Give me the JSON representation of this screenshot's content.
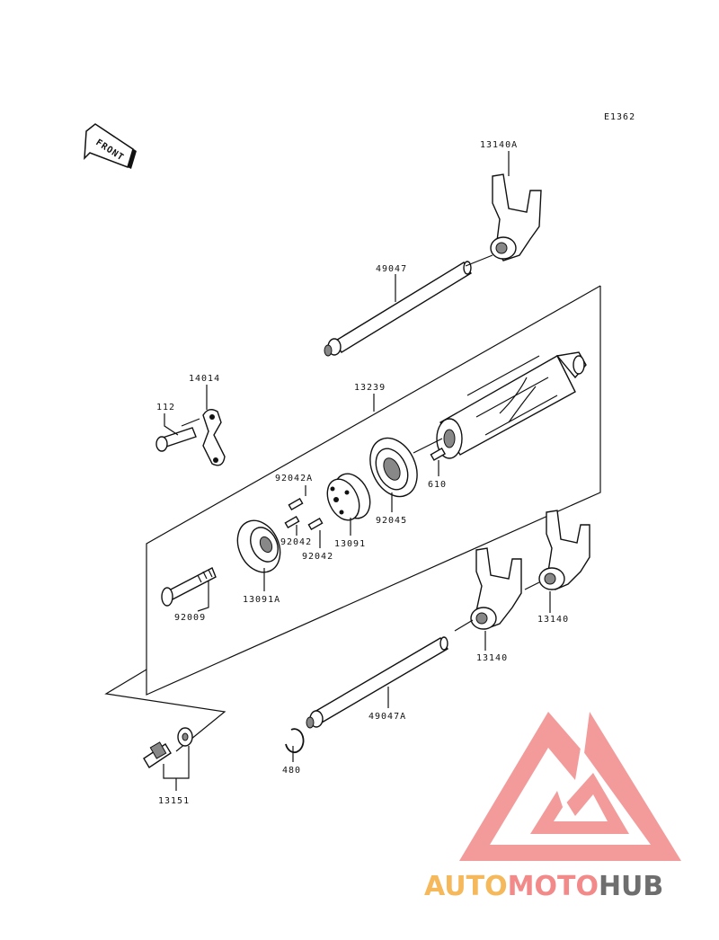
{
  "diagram": {
    "code": "E1362",
    "front_label": "FRONT",
    "parts": {
      "p13140A": "13140A",
      "p49047": "49047",
      "p14014": "14014",
      "p112": "112",
      "p13239": "13239",
      "p92042A": "92042A",
      "p92042_a": "92042",
      "p92042_b": "92042",
      "p13091": "13091",
      "p92045": "92045",
      "p610": "610",
      "p13091A": "13091A",
      "p92009": "92009",
      "p13140_a": "13140",
      "p13140_b": "13140",
      "p49047A": "49047A",
      "p480": "480",
      "p13151": "13151"
    }
  },
  "watermark": {
    "auto": "AUTO",
    "moto": "MOTO",
    "hub": "HUB",
    "colors": {
      "red": "#f28a8a",
      "orange": "#f5b85a",
      "gray": "#6e6e6e"
    }
  }
}
